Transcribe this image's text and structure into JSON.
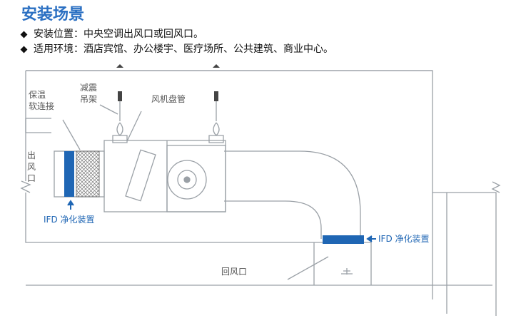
{
  "header": {
    "title": "安装场景",
    "bullets": [
      "安装位置：中央空调出风口或回风口。",
      "适用环境：酒店宾馆、办公楼宇、医疗场所、公共建筑、商业中心。"
    ]
  },
  "diagram": {
    "labels": {
      "insulation_line1": "保温",
      "insulation_line2": "软连接",
      "damper_line1": "减震",
      "damper_line2": "吊架",
      "fan_coil": "风机盘管",
      "outlet_chars": [
        "出",
        "风",
        "口"
      ],
      "ifd_left": "IFD 净化装置",
      "ifd_right": "IFD 净化装置",
      "return_air": "回风口"
    },
    "colors": {
      "accent": "#1f66b4",
      "lines": "#9aa0a6",
      "label": "#555555"
    }
  }
}
